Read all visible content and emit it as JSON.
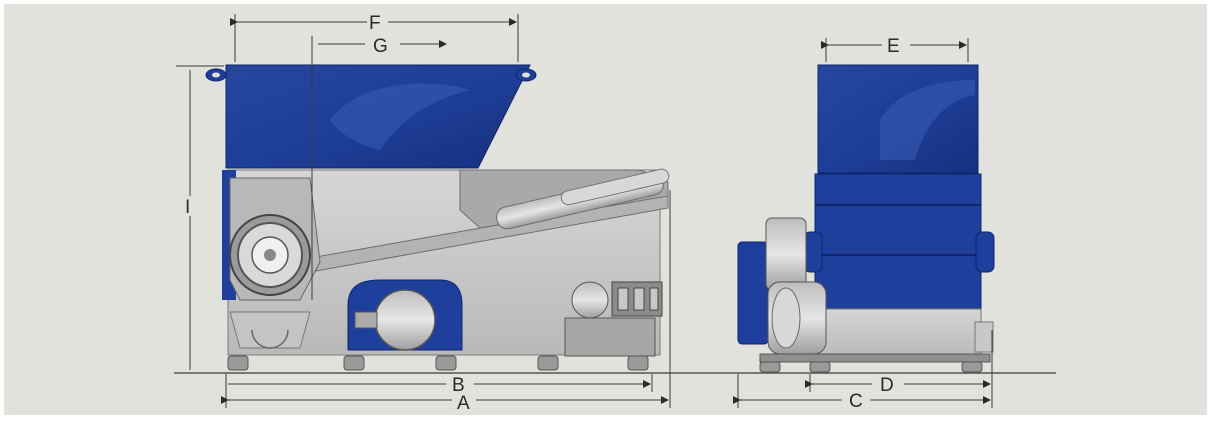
{
  "drawing": {
    "labels": {
      "A": "A",
      "B": "B",
      "C": "C",
      "D": "D",
      "E": "E",
      "F": "F",
      "G": "G",
      "I": "I"
    }
  },
  "colors": {
    "background": "#e2e2dc",
    "machine_blue": "#1f3f9c",
    "machine_blue_dark": "#162f7a",
    "body_grey": "#c8c8c8",
    "body_grey_dark": "#9a9a9a",
    "line": "#3a3a3a"
  }
}
